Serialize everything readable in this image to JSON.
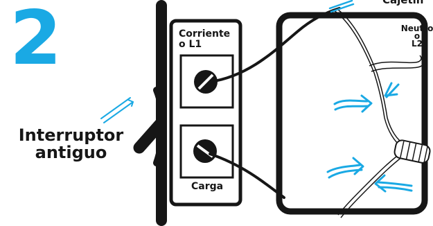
{
  "step_number": "2",
  "labels": {
    "old_switch_line1": "Interruptor",
    "old_switch_line2": "antiguo",
    "line_terminal_line1": "Corriente",
    "line_terminal_line2": "o L1",
    "load_terminal": "Carga",
    "box": "Cajetín",
    "neutral_line1": "Neutro",
    "neutral_line2": "o",
    "neutral_line3": "L2"
  },
  "colors": {
    "accent": "#1aa9e4",
    "ink": "#161616"
  }
}
